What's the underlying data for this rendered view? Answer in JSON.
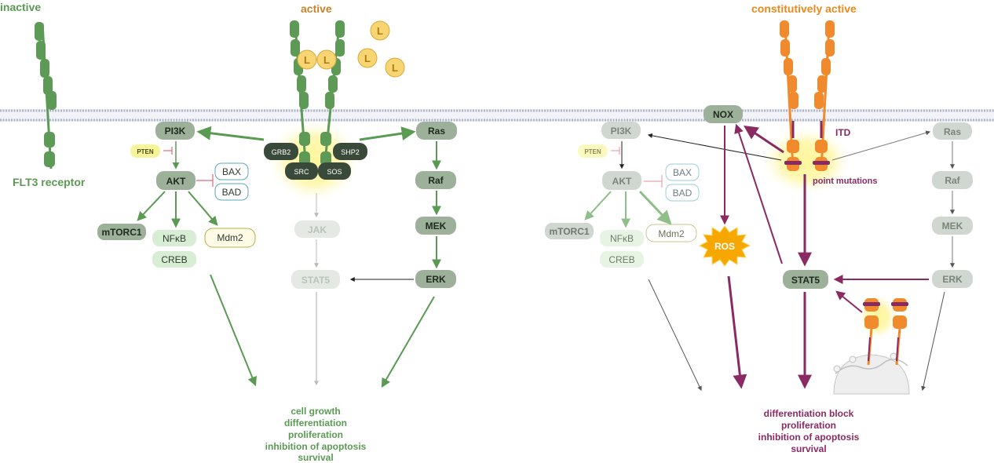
{
  "titles": {
    "inactive": "inactive",
    "active": "active",
    "constitutive": "constitutively active",
    "receptor": "FLT3 receptor"
  },
  "ligand_label": "L",
  "left": {
    "pi3k": "PI3K",
    "pten": "PTEN",
    "akt": "AKT",
    "bax": "BAX",
    "bad": "BAD",
    "mtorc1": "mTORC1",
    "nfkb": "NFκB",
    "mdm2": "Mdm2",
    "creb": "CREB",
    "grb2": "GRB2",
    "shp2": "SHP2",
    "src": "SRC",
    "sos": "SOS",
    "jak": "JAK",
    "stat5": "STAT5",
    "ras": "Ras",
    "raf": "Raf",
    "mek": "MEK",
    "erk": "ERK",
    "outcome": [
      "cell growth",
      "differentiation",
      "proliferation",
      "inhibition of apoptosis",
      "survival"
    ]
  },
  "right": {
    "pi3k": "PI3K",
    "pten": "PTEN",
    "akt": "AKT",
    "bax": "BAX",
    "bad": "BAD",
    "mtorc1": "mTORC1",
    "nfkb": "NFκB",
    "mdm2": "Mdm2",
    "creb": "CREB",
    "nox": "NOX",
    "ros": "ROS",
    "itd": "ITD",
    "point_mutations": "point mutations",
    "stat5": "STAT5",
    "ras": "Ras",
    "raf": "Raf",
    "mek": "MEK",
    "erk": "ERK",
    "outcome": [
      "differentiation block",
      "proliferation",
      "inhibition of apoptosis",
      "survival"
    ]
  },
  "colors": {
    "green": "#5a9a52",
    "receptor_green": "#5c9a55",
    "orange": "#f08a2c",
    "purple": "#8a2a63",
    "node_dark": "#9cb09a",
    "node_faded": "#e4e9e4",
    "membrane": "#aeb3c9",
    "ligand": "#f7d572",
    "glow": "#fff27a"
  }
}
